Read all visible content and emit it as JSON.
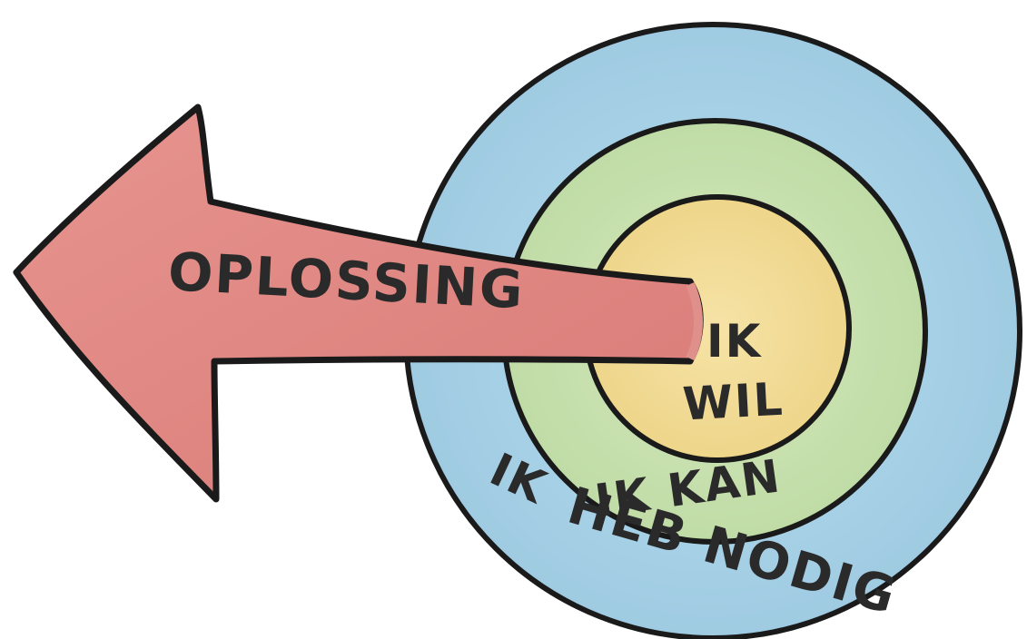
{
  "labels": {
    "arrow": "OPLOSSING",
    "inner_line1": "IK",
    "inner_line2": "WIL",
    "middle": "IK KAN",
    "outer_line1": "IK",
    "outer_line2": "HEB NODIG"
  },
  "colors": {
    "outer_ring": "#a9d3e8",
    "middle_ring": "#c9e2b0",
    "inner_circle": "#f2dc98",
    "arrow": "#e08a86",
    "outline": "#1a1a1a",
    "text": "#2a2a2a"
  }
}
